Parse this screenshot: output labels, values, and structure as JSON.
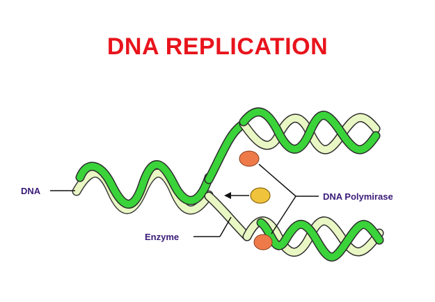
{
  "title": "DNA REPLICATION",
  "labels": {
    "dna": "DNA",
    "polymerase": "DNA Polymirase",
    "enzyme": "Enzyme"
  },
  "colors": {
    "title": "#e8141c",
    "label": "#3a1a78",
    "strand_dark": "#3ad33a",
    "strand_light": "#e9f7c4",
    "enzyme": "#f0c33c",
    "polymerase": "#ee7a4a"
  }
}
